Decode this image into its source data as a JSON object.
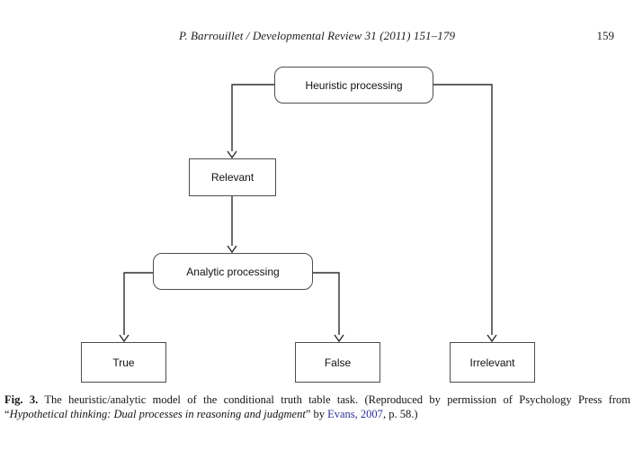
{
  "page": {
    "header": {
      "journal_line": "P. Barrouillet / Developmental Review 31 (2011) 151–179",
      "page_number": "159"
    },
    "diagram": {
      "nodes": {
        "heuristic": "Heuristic processing",
        "relevant": "Relevant",
        "analytic": "Analytic processing",
        "true": "True",
        "false": "False",
        "irrelevant": "Irrelevant"
      },
      "edges": [
        {
          "from": "Heuristic processing",
          "to": "Relevant"
        },
        {
          "from": "Heuristic processing",
          "to": "Irrelevant"
        },
        {
          "from": "Relevant",
          "to": "Analytic processing"
        },
        {
          "from": "Analytic processing",
          "to": "True"
        },
        {
          "from": "Analytic processing",
          "to": "False"
        }
      ]
    },
    "caption": {
      "fig_label": "Fig. 3.",
      "line1_rest": " The heuristic/analytic model of the conditional truth table task. (Reproduced by permission of Psychology Press from",
      "quote_open": "“",
      "book_title": "Hypothetical thinking: Dual processes in reasoning and judgment",
      "quote_close": "” by ",
      "citation": "Evans, 2007",
      "tail": ", p. 58.)"
    },
    "colors": {
      "citation_link": "#2e3192",
      "connector_line": "#2e2e2e",
      "box_border": "#4d4d4d"
    }
  }
}
